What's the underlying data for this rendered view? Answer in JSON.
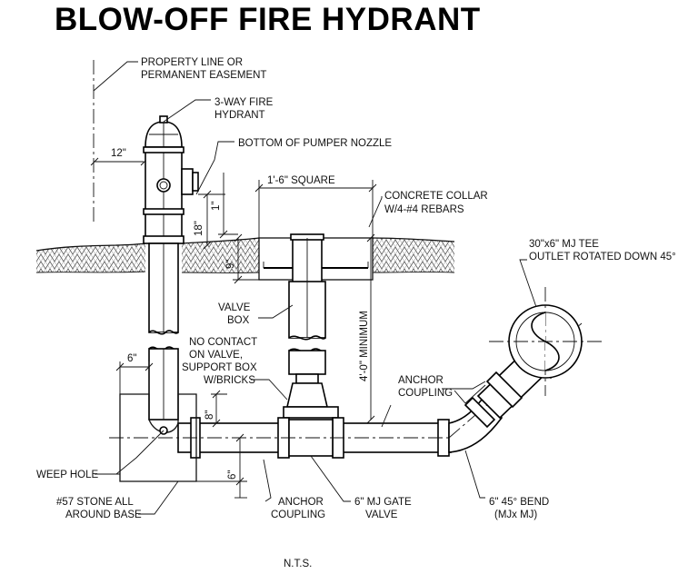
{
  "title": "BLOW-OFF FIRE HYDRANT",
  "scale_note": "N.T.S.",
  "labels": {
    "property_line_1": "PROPERTY LINE OR",
    "property_line_2": "PERMANENT EASEMENT",
    "hydrant_1": "3-WAY FIRE",
    "hydrant_2": "HYDRANT",
    "pumper_nozzle": "BOTTOM OF PUMPER NOZZLE",
    "square": "1'-6\" SQUARE",
    "collar_1": "CONCRETE COLLAR",
    "collar_2": "W/4-#4 REBARS",
    "tee_1": "30\"x6\" MJ TEE",
    "tee_2": "OUTLET ROTATED DOWN 45°",
    "valve_box_1": "VALVE",
    "valve_box_2": "BOX",
    "no_contact_1": "NO CONTACT",
    "no_contact_2": "ON VALVE,",
    "no_contact_3": "SUPPORT BOX",
    "no_contact_4": "W/BRICKS",
    "anchor_coupling_right_1": "ANCHOR",
    "anchor_coupling_right_2": "COUPLING",
    "weep_hole": "WEEP HOLE",
    "stone_1": "#57 STONE ALL",
    "stone_2": "AROUND BASE",
    "anchor_coupling_bottom_1": "ANCHOR",
    "anchor_coupling_bottom_2": "COUPLING",
    "gate_valve_1": "6\" MJ GATE",
    "gate_valve_2": "VALVE",
    "bend_1": "6\" 45° BEND",
    "bend_2": "(MJx MJ)"
  },
  "dimensions": {
    "offset_12": "12\"",
    "height_18": "18\"",
    "one_inch": "1\"",
    "depth_9": "9\"",
    "minimum_cover": "4'-0\" MINIMUM",
    "stone_width": "6\"",
    "above_pipe_8": "8\"",
    "below_pipe_6": "6\""
  }
}
